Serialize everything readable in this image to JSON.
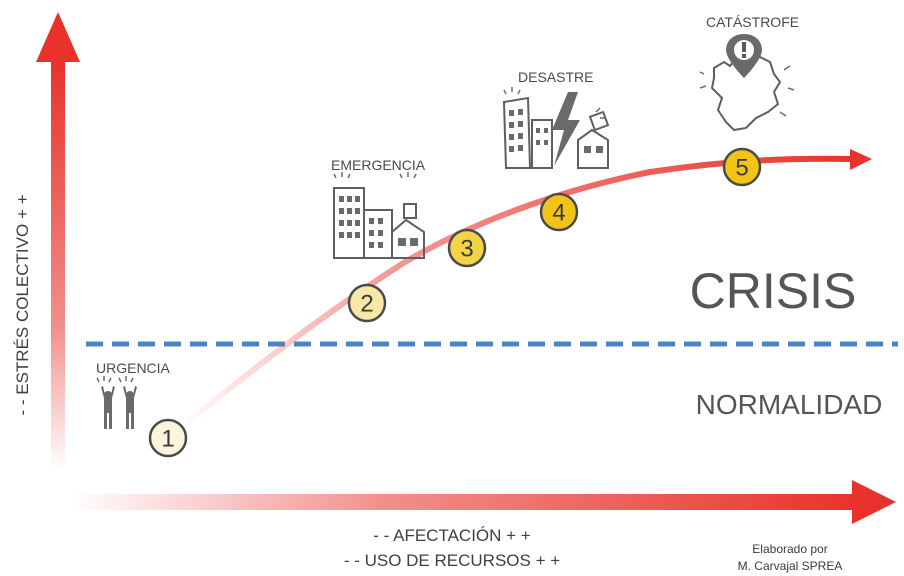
{
  "zones": {
    "upper": "CRISIS",
    "lower": "NORMALIDAD"
  },
  "axes": {
    "y_label": "- -  ESTRÉS COLECTIVO  + +",
    "x_label_1": "- -  AFECTACIÓN  + +",
    "x_label_2": "- -  USO DE RECURSOS  + +"
  },
  "stages": [
    {
      "number": "1",
      "label": "URGENCIA",
      "icon": "people-icon",
      "fill": "#fbf5dc"
    },
    {
      "number": "2",
      "label": "EMERGENCIA",
      "icon": "buildings-icon",
      "fill": "#f8e8a6"
    },
    {
      "number": "3",
      "label": "",
      "icon": "",
      "fill": "#f5d347"
    },
    {
      "number": "4",
      "label": "DESASTRE",
      "icon": "lightning-buildings-icon",
      "fill": "#f2c418"
    },
    {
      "number": "5",
      "label": "CATÁSTROFE",
      "icon": "map-alert-icon",
      "fill": "#f2c418"
    }
  ],
  "credit": {
    "line1": "Elaborado por",
    "line2": "M. Carvajal SPREA"
  },
  "colors": {
    "arrow_red": "#e8322b",
    "threshold_blue": "#4a86c6",
    "node_border": "#4a4a4a"
  }
}
